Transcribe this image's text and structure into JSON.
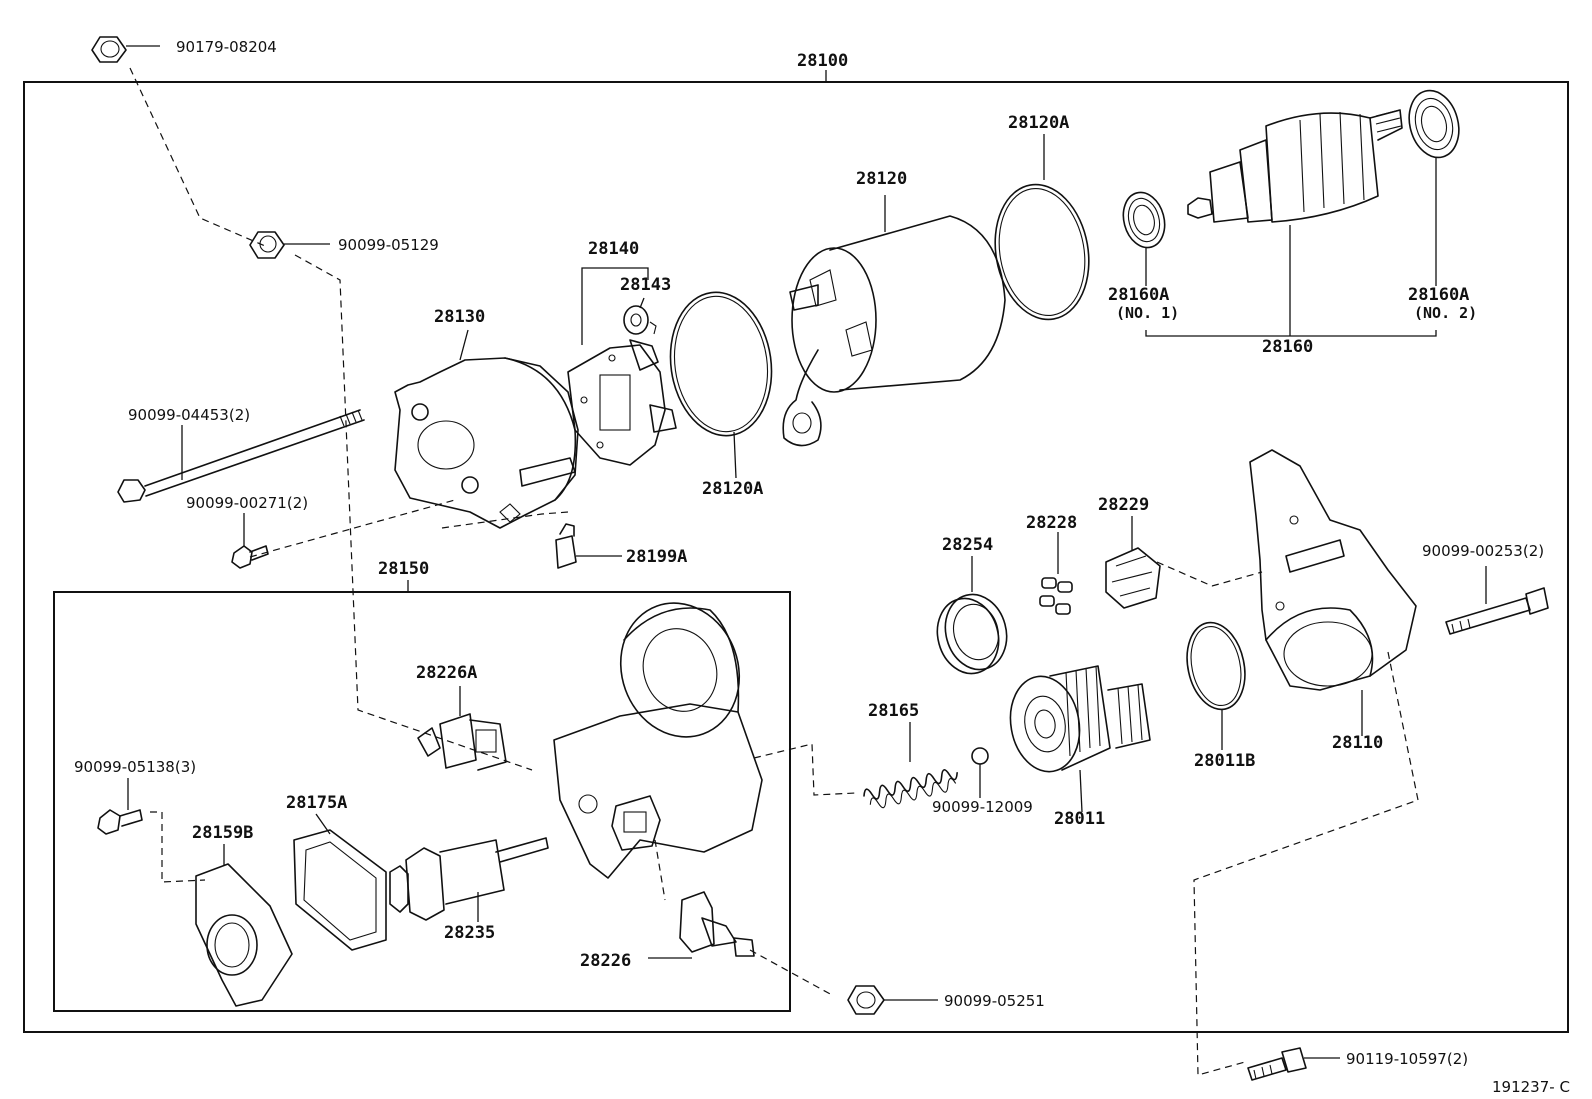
{
  "labels": {
    "assembly": "28100",
    "nut_top": "90179-08204",
    "nut_second": "90099-05129",
    "commutator_end_frame": "28130",
    "brush_holder": "28140",
    "bushing": "28143",
    "yoke": "28120",
    "oring_top": "28120A",
    "oring_mid": "28120A",
    "bearing_no1": "28160A",
    "bearing_no1_note": "(NO. 1)",
    "bearing_no2": "28160A",
    "bearing_no2_note": "(NO. 2)",
    "armature": "28160",
    "through_bolt": "90099-04453(2)",
    "screw_small": "90099-00271(2)",
    "terminal_small": "28199A",
    "solenoid_assy": "28150",
    "terminal_kit": "28226A",
    "planetary_gear": "28254",
    "shaft_gear": "28228",
    "retainer": "28229",
    "bolt_right": "90099-00253(2)",
    "oring_housing": "28011B",
    "housing": "28110",
    "spring": "28165",
    "ball": "90099-12009",
    "clutch": "28011",
    "screw_left": "90099-05138(3)",
    "cover": "28159B",
    "gasket": "28175A",
    "plunger": "28235",
    "contact_kit": "28226",
    "nut_bottom": "90099-05251",
    "bolt_bottom": "90119-10597(2)",
    "figure_code": "191237- C"
  }
}
